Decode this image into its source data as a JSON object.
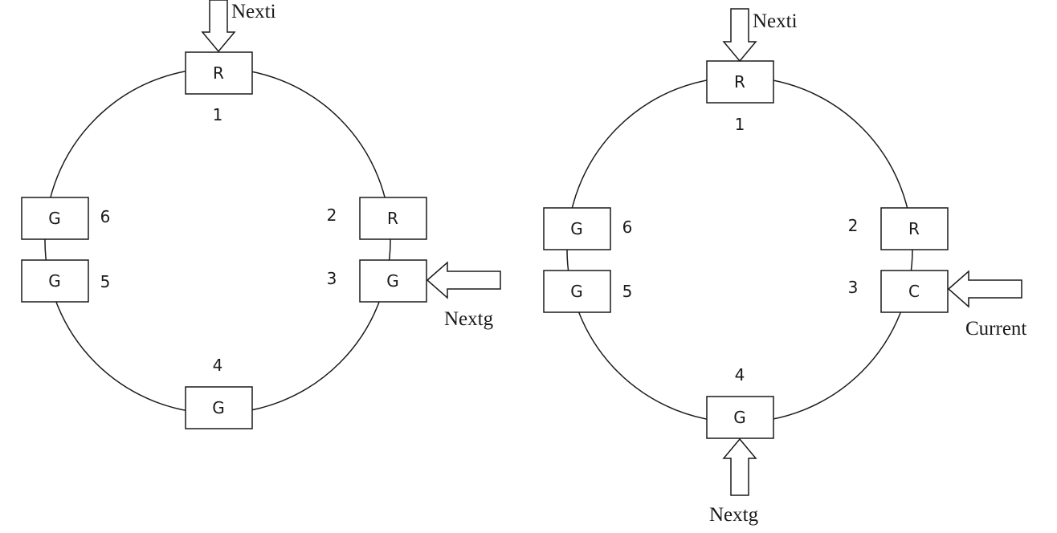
{
  "diagrams": [
    {
      "slots": [
        {
          "num": "1",
          "label": "R"
        },
        {
          "num": "2",
          "label": "R"
        },
        {
          "num": "3",
          "label": "G"
        },
        {
          "num": "4",
          "label": "G"
        },
        {
          "num": "5",
          "label": "G"
        },
        {
          "num": "6",
          "label": "G"
        }
      ],
      "pointers": [
        {
          "label": "Nexti",
          "slot": "1"
        },
        {
          "label": "Nextg",
          "slot": "3"
        }
      ]
    },
    {
      "slots": [
        {
          "num": "1",
          "label": "R"
        },
        {
          "num": "2",
          "label": "R"
        },
        {
          "num": "3",
          "label": "C"
        },
        {
          "num": "4",
          "label": "G"
        },
        {
          "num": "5",
          "label": "G"
        },
        {
          "num": "6",
          "label": "G"
        }
      ],
      "pointers": [
        {
          "label": "Nexti",
          "slot": "1"
        },
        {
          "label": "Current",
          "slot": "3"
        },
        {
          "label": "Nextg",
          "slot": "4"
        }
      ]
    }
  ]
}
